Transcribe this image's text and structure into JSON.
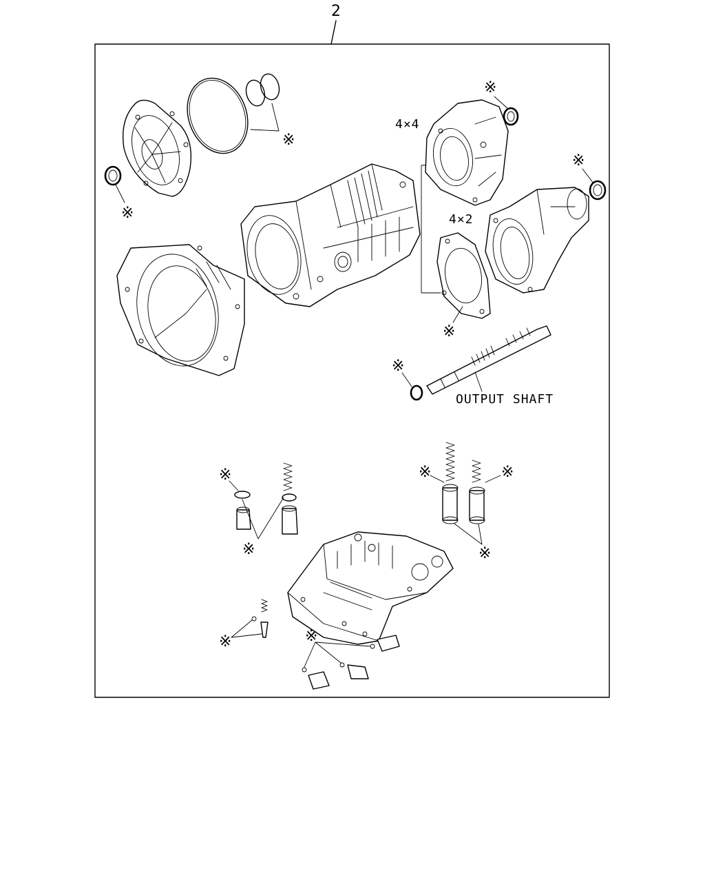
{
  "callout_number": "2",
  "labels": {
    "variant_4x4": "4×4",
    "variant_4x2": "4×2",
    "output_shaft": "OUTPUT SHAFT"
  },
  "kit_symbol": "※"
}
